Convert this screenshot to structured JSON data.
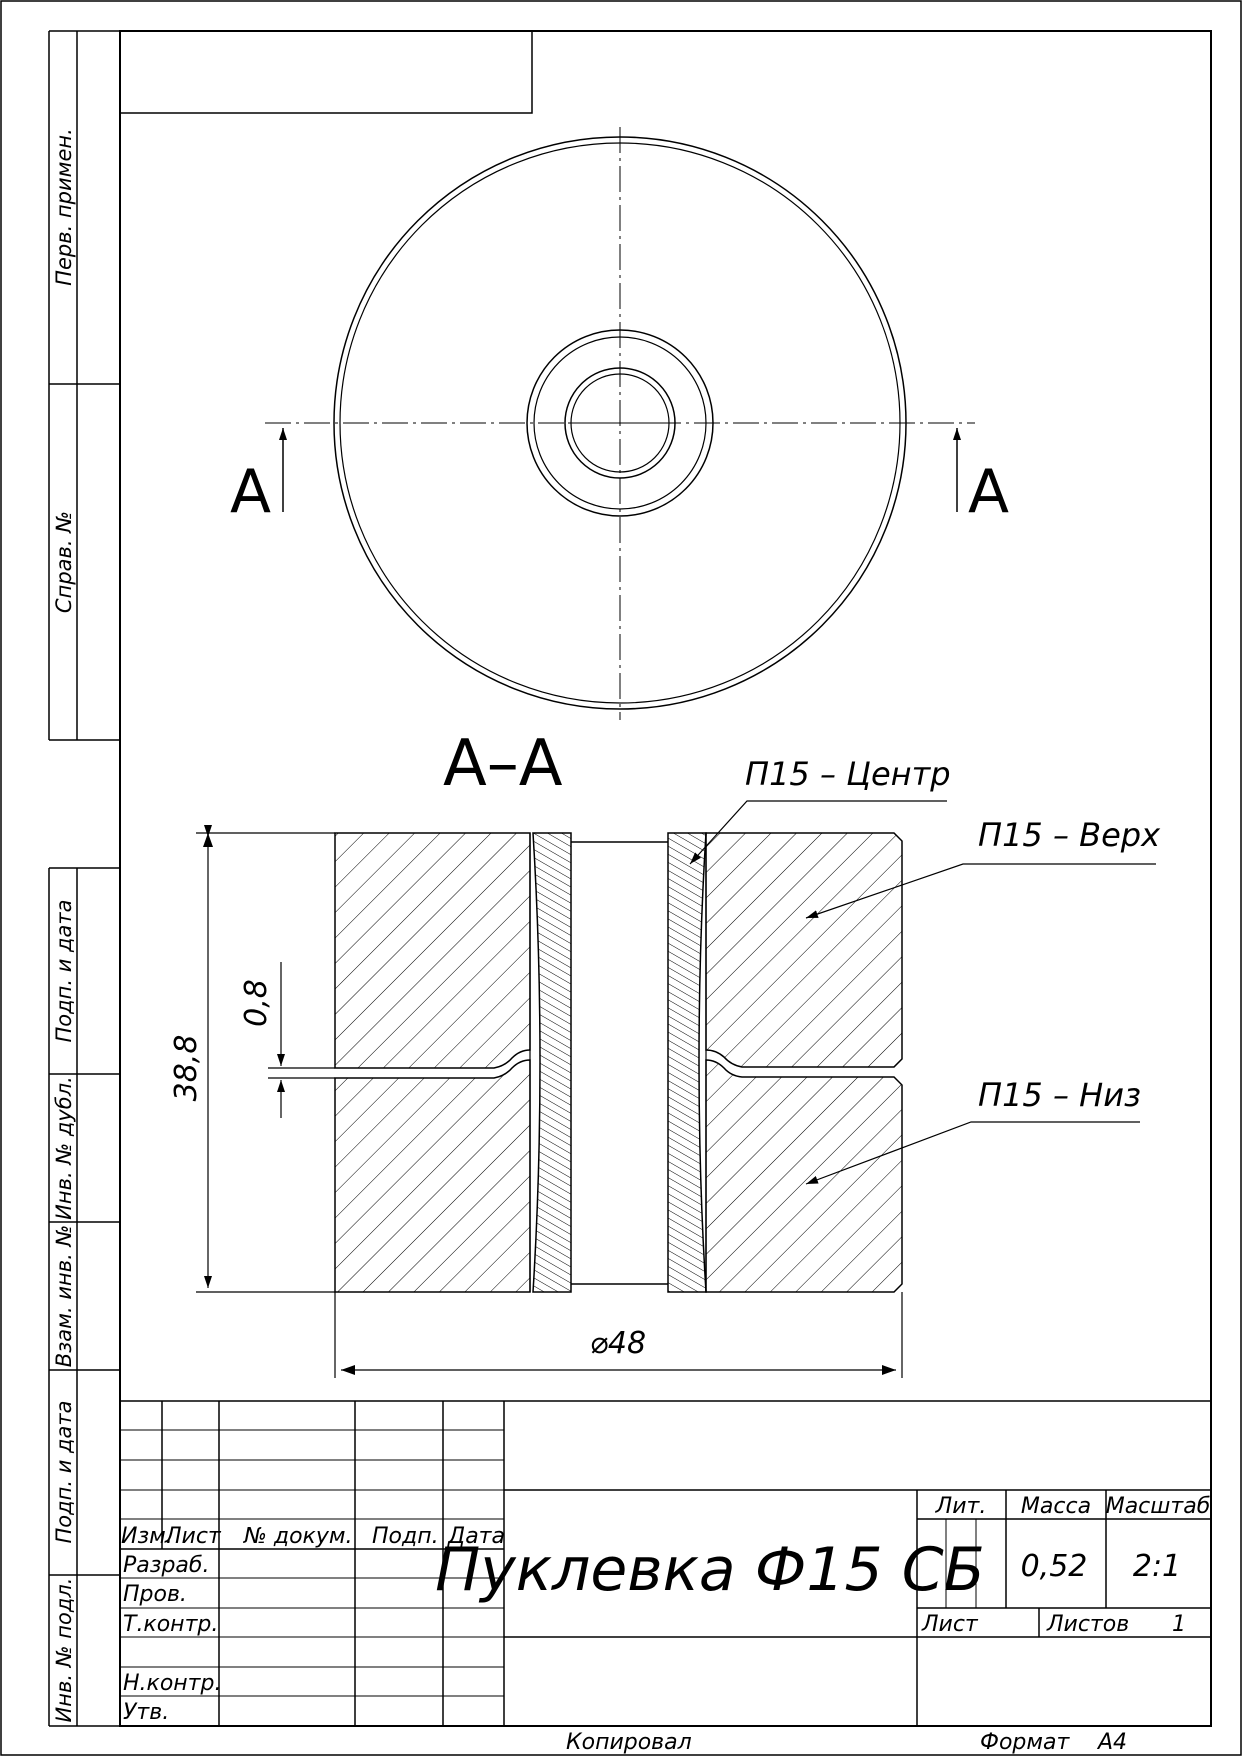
{
  "title_block": {
    "title": "Пуклевка Ф15 СБ",
    "col_izm": "Изм.",
    "col_list": "Лист",
    "col_doc": "№ докум.",
    "col_podp": "Подп.",
    "col_data": "Дата",
    "row_razrab": "Разраб.",
    "row_prov": "Пров.",
    "row_tkontr": "Т.контр.",
    "row_nkontr": "Н.контр.",
    "row_utv": "Утв.",
    "lit_label": "Лит.",
    "mass_label": "Масса",
    "scale_label": "Масштаб",
    "mass_value": "0,52",
    "scale_value": "2:1",
    "sheet_label": "Лист",
    "sheets_label": "Листов",
    "sheets_value": "1"
  },
  "footer": {
    "copied": "Копировал",
    "format_label": "Формат",
    "format_value": "А4"
  },
  "side_labels": {
    "perv_primen": "Перв. примен.",
    "sprav_no": "Справ. №",
    "podp_data_1": "Подп. и дата",
    "inv_dubl": "Инв. № дубл.",
    "vzam_inv": "Взам. инв. №",
    "podp_data_2": "Подп. и дата",
    "inv_podl": "Инв. № подл."
  },
  "drawing": {
    "section_mark_left": "А",
    "section_mark_right": "А",
    "section_title": "А–А",
    "dim_height": "38,8",
    "dim_gap": "0,8",
    "dim_diameter": "⌀48",
    "leader_center": "П15 – Центр",
    "leader_top": "П15 – Верх",
    "leader_bottom": "П15 – Низ"
  }
}
